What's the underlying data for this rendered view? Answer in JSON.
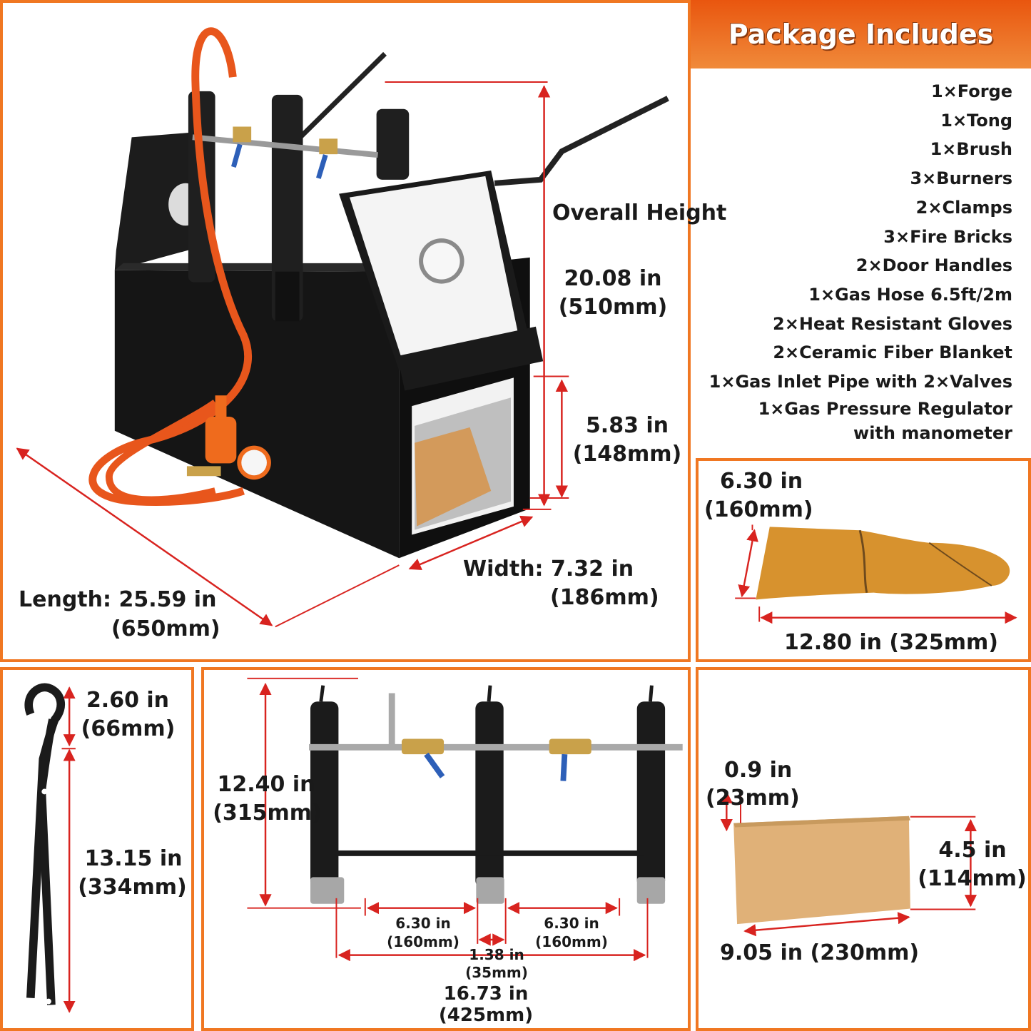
{
  "package": {
    "title": "Package Includes",
    "items": [
      "1×Forge",
      "1×Tong",
      "1×Brush",
      "3×Burners",
      "2×Clamps",
      "3×Fire Bricks",
      "2×Door Handles",
      "1×Gas Hose 6.5ft/2m",
      "2×Heat Resistant Gloves",
      "2×Ceramic Fiber Blanket",
      "1×Gas Inlet Pipe with 2×Valves",
      "1×Gas Pressure Regulator",
      "with manometer"
    ]
  },
  "forge": {
    "height_label": "Overall Height",
    "height_in": "20.08 in",
    "height_mm": "(510mm)",
    "opening_in": "5.83 in",
    "opening_mm": "(148mm)",
    "width_prefix": "Width:",
    "width_in": "7.32 in",
    "width_mm": "(186mm)",
    "length_prefix": "Length:",
    "length_in": "25.59 in",
    "length_mm": "(650mm)"
  },
  "glove": {
    "height_in": "6.30 in",
    "height_mm": "(160mm)",
    "length": "12.80 in (325mm)"
  },
  "tong": {
    "jaw_in": "2.60 in",
    "jaw_mm": "(66mm)",
    "handle_in": "13.15 in",
    "handle_mm": "(334mm)"
  },
  "burners": {
    "height_in": "12.40 in",
    "height_mm": "(315mm)",
    "spacing1_in": "6.30 in",
    "spacing1_mm": "(160mm)",
    "spacing2_in": "6.30 in",
    "spacing2_mm": "(160mm)",
    "tube_in": "1.38 in",
    "tube_mm": "(35mm)",
    "total_in": "16.73 in",
    "total_mm": "(425mm)"
  },
  "brick": {
    "thick_in": "0.9 in",
    "thick_mm": "(23mm)",
    "height_in": "4.5 in",
    "height_mm": "(114mm)",
    "length": "9.05 in (230mm)"
  },
  "colors": {
    "accent": "#f07722",
    "dimension_line": "#d8231f",
    "steel": "#1b1b1b",
    "hose": "#e8561c",
    "brick": "#e0b178",
    "glove": "#d7922e"
  }
}
